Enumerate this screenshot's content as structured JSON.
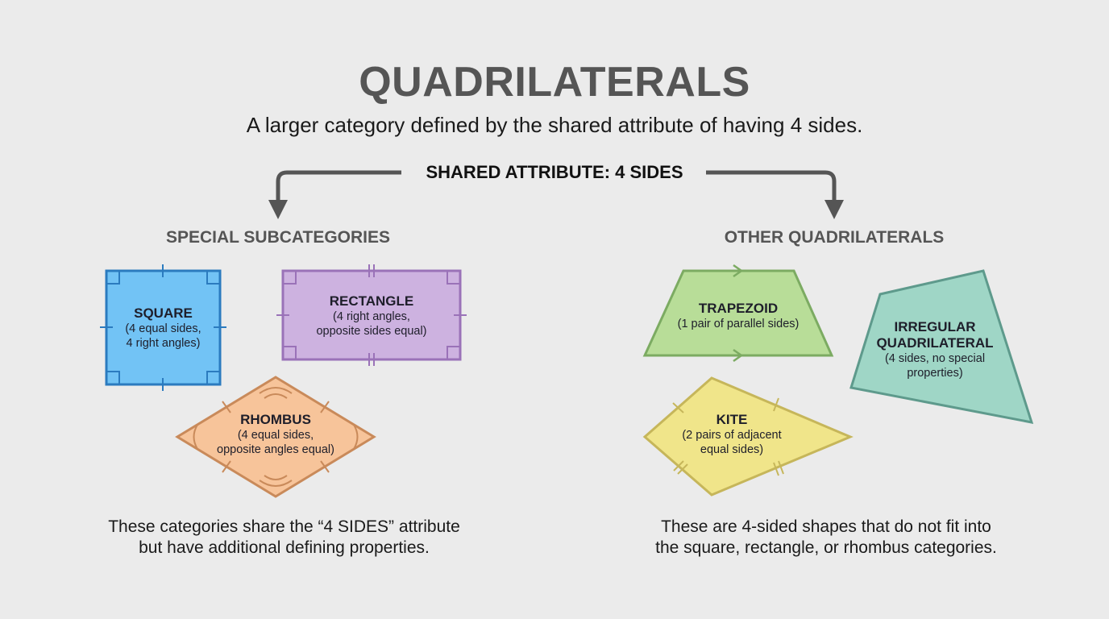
{
  "header": {
    "title": "QUADRILATERALS",
    "subtitle": "A larger category defined by the shared attribute of having 4 sides."
  },
  "connector": {
    "label": "SHARED ATTRIBUTE: 4 SIDES"
  },
  "sections": {
    "special": {
      "title": "SPECIAL SUBCATEGORIES",
      "footer": "These categories share the “4 SIDES” attribute\nbut have additional defining properties.",
      "shapes": [
        {
          "name": "SQUARE",
          "desc": "(4 equal sides,\n4 right angles)",
          "fill": "#72c3f5",
          "stroke": "#2b7bbf"
        },
        {
          "name": "RECTANGLE",
          "desc": "(4 right angles,\nopposite sides equal)",
          "fill": "#cdb2e0",
          "stroke": "#9a72b8"
        },
        {
          "name": "RHOMBUS",
          "desc": "(4 equal sides,\nopposite angles equal)",
          "fill": "#f7c49a",
          "stroke": "#c98a5a"
        }
      ]
    },
    "other": {
      "title": "OTHER QUADRILATERALS",
      "footer": "These are 4-sided shapes that do not fit into\nthe square, rectangle, or rhombus categories.",
      "shapes": [
        {
          "name": "TRAPEZOID",
          "desc": "(1 pair of parallel sides)",
          "fill": "#b8dd98",
          "stroke": "#7cab62"
        },
        {
          "name": "IRREGULAR\nQUADRILATERAL",
          "desc": "(4 sides, no special\nproperties)",
          "fill": "#9fd6c6",
          "stroke": "#5e9a8c"
        },
        {
          "name": "KITE",
          "desc": "(2 pairs of adjacent\nequal sides)",
          "fill": "#f0e58a",
          "stroke": "#c6b65a"
        }
      ]
    }
  },
  "colors": {
    "background": "#ebebeb",
    "title": "#555555",
    "arrow": "#555555"
  }
}
